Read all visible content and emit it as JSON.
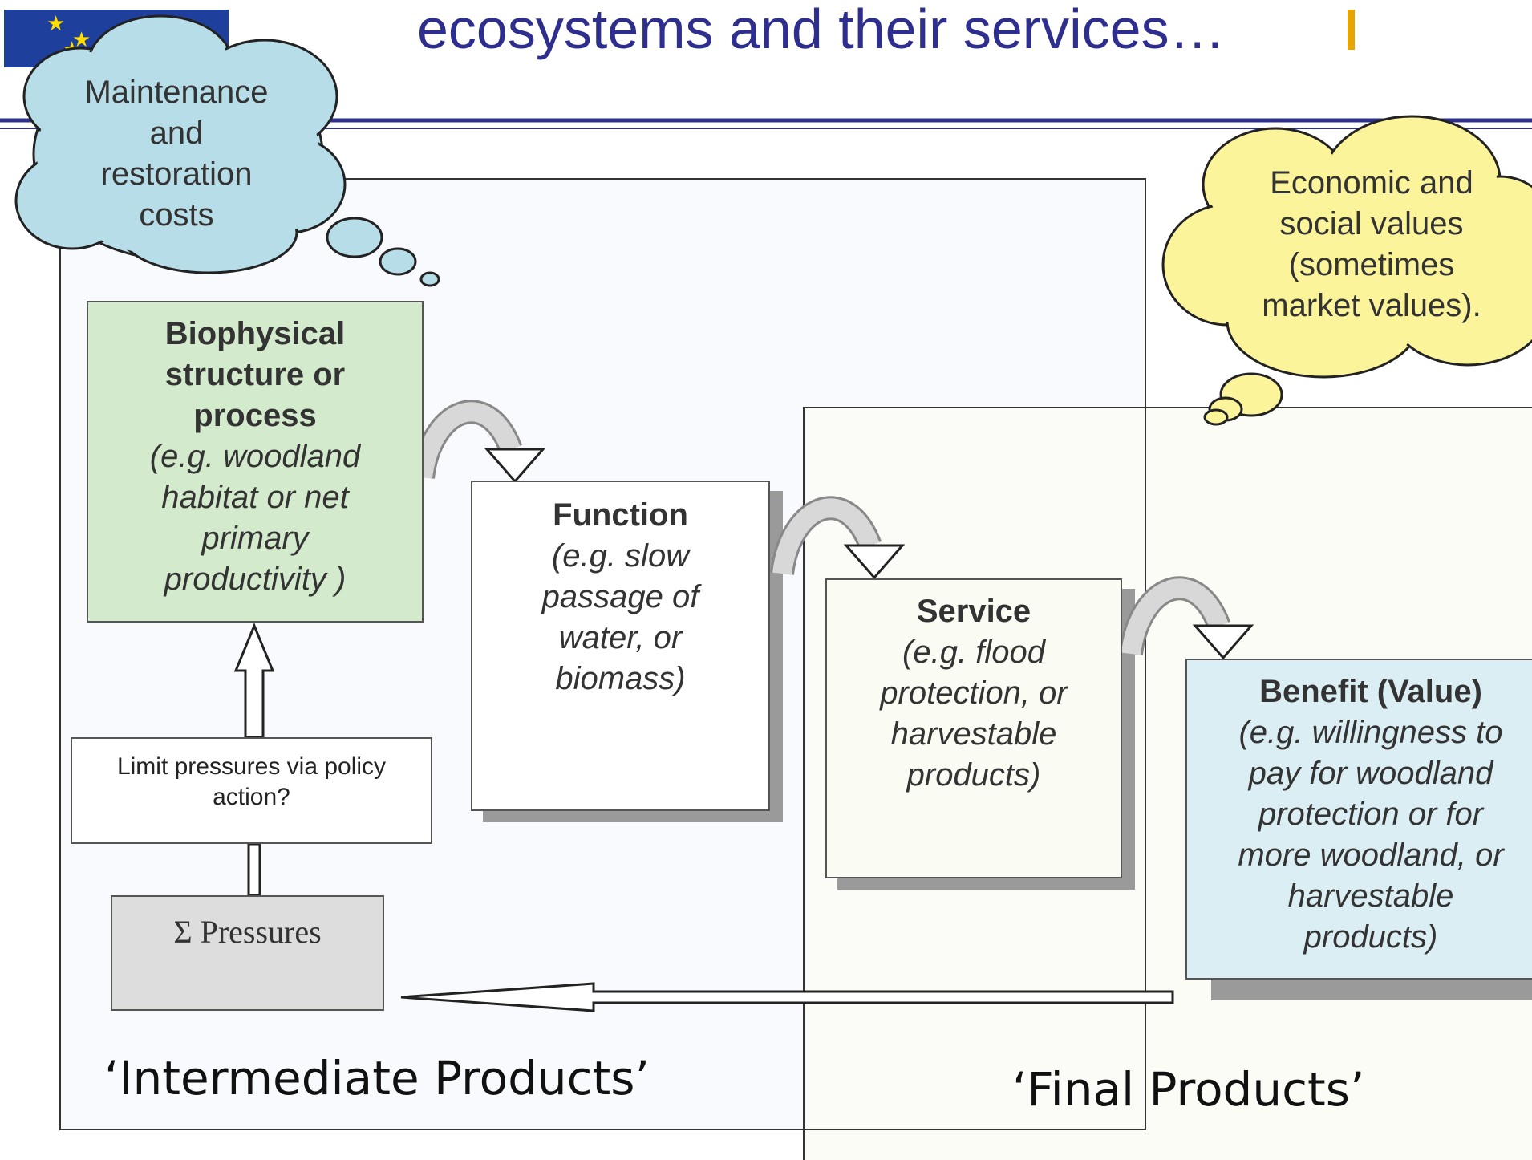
{
  "header": {
    "title": "ecosystems and their services…",
    "flag_color": "#1f3f9c",
    "accent_color": "#e8a400"
  },
  "clouds": {
    "costs": [
      "Maintenance",
      "and",
      "restoration",
      "costs"
    ],
    "values": [
      "Economic and",
      "social values",
      "(sometimes",
      "market values)."
    ]
  },
  "boxes": {
    "biophysical": {
      "heading": [
        "Biophysical",
        "structure or",
        "process"
      ],
      "example": [
        "(e.g. woodland",
        "habitat or net",
        "primary",
        "productivity )"
      ],
      "color": "#d3ebcc"
    },
    "function": {
      "heading": [
        "Function"
      ],
      "example": [
        "(e.g. slow",
        "passage of",
        "water, or",
        "biomass)"
      ]
    },
    "service": {
      "heading": [
        "Service"
      ],
      "example": [
        "(e.g. flood",
        "protection, or",
        "harvestable",
        "products)"
      ]
    },
    "benefit": {
      "heading": [
        "Benefit (Value)"
      ],
      "example": [
        "(e.g. willingness to",
        "pay for woodland",
        "protection or for",
        "more woodland, or",
        "harvestable",
        "products)"
      ],
      "color": "#dbeef3"
    },
    "policy": {
      "lines": [
        "Limit pressures via policy",
        "action?"
      ]
    },
    "pressures": {
      "label": "Σ Pressures",
      "color": "#dddddd"
    }
  },
  "regions": {
    "intermediate": "‘Intermediate Products’",
    "final": "‘Final Products’"
  },
  "cloud_colors": {
    "costs": "#b7dde8",
    "values": "#fbf49b"
  }
}
